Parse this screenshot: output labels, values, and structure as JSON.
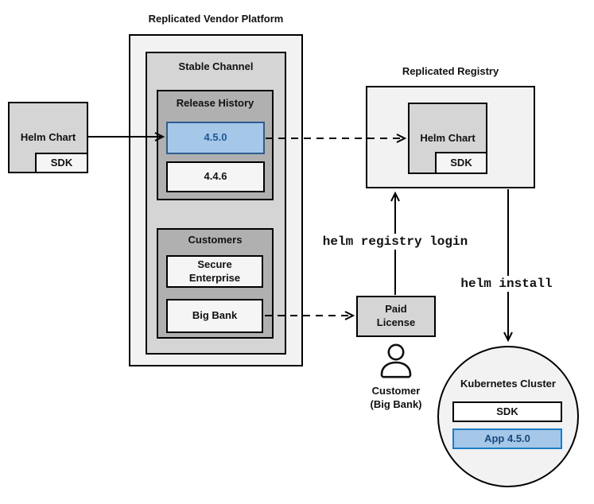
{
  "platform": {
    "title": "Replicated Vendor Platform",
    "stable_channel": {
      "title": "Stable Channel",
      "release_history": {
        "title": "Release History",
        "releases": [
          {
            "version": "4.5.0",
            "highlighted": true
          },
          {
            "version": "4.4.6",
            "highlighted": false
          }
        ]
      },
      "customers": {
        "title": "Customers",
        "items": [
          {
            "name": "Secure\nEnterprise"
          },
          {
            "name": "Big Bank"
          }
        ]
      }
    }
  },
  "source_chart": {
    "label": "Helm Chart",
    "sdk": "SDK"
  },
  "registry": {
    "title": "Replicated Registry",
    "chart": {
      "label": "Helm Chart",
      "sdk": "SDK"
    }
  },
  "license": {
    "label": "Paid\nLicense"
  },
  "customer": {
    "label": "Customer\n(Big Bank)",
    "icon": "person-icon"
  },
  "cluster": {
    "title": "Kubernetes Cluster",
    "sdk": "SDK",
    "app": "App 4.5.0"
  },
  "commands": {
    "login": "helm registry login",
    "install": "helm install"
  },
  "colors": {
    "outline": "#000000",
    "box_light": "#f2f2f2",
    "box_medium": "#d5d5d5",
    "box_dark": "#b0b0b0",
    "item_light": "#f5f5f5",
    "release_fill": "#a5c7e8",
    "release_border": "#2d5d8f",
    "release_text": "#1d5796",
    "app_fill": "#a5c7e8",
    "app_border": "#1e7bc4",
    "app_text": "#17497b"
  }
}
